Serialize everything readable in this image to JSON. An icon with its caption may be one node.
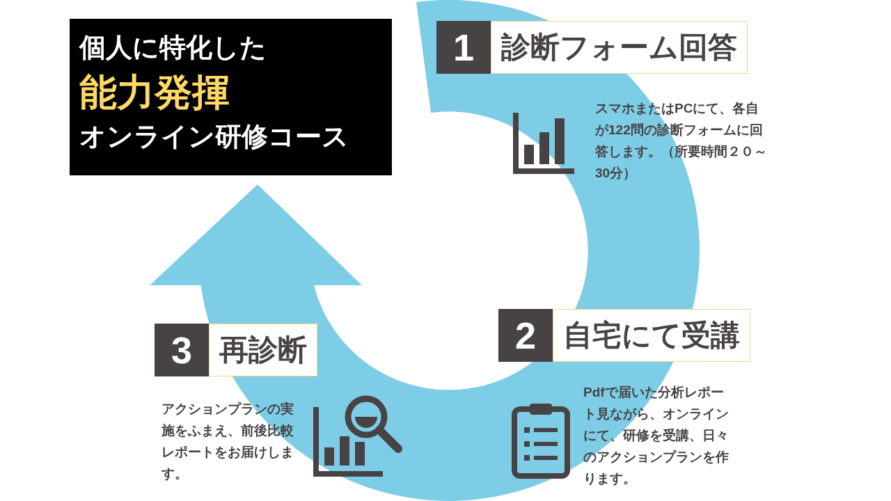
{
  "diagram": {
    "nodes": [
      {
        "text": [
          "個人に特化した",
          "能力発揮",
          "オンライン研修コース"
        ]
      },
      {
        "text": [
          "1",
          "診断フォーム回答"
        ],
        "beside": [
          "スマホまたはPCにて、各自が122問の診断フォームに回答します。（所要時間２０～30分）"
        ]
      },
      {
        "text": [
          "2",
          "自宅にて受講"
        ],
        "beside": [
          "Pdfで届いた分析レポート見ながら、オンラインにて、研修を受講、日々のアクションプランを作ります。"
        ]
      },
      {
        "text": [
          "3",
          "再診断"
        ],
        "beside": [
          "アクションプランの実施をふまえ、前後比較レポートをお届けします。"
        ]
      }
    ]
  }
}
